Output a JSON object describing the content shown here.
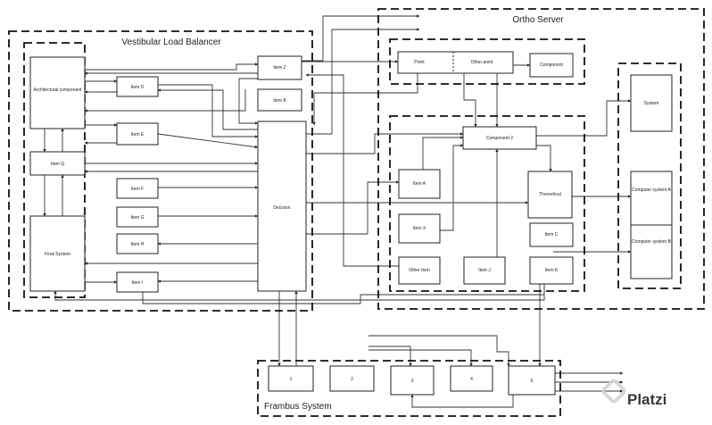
{
  "groups": {
    "vestibular": "Vestibular Load Balancer",
    "ortho": "Ortho Server",
    "frambus": "Frambus System"
  },
  "components": {
    "architectural": "Architectural component",
    "item_d": "Item D",
    "item_e": "Item E",
    "item_q": "Item Q",
    "final_system": "Final System",
    "item_f": "Item F",
    "item_g": "Item G",
    "item_h": "Item H",
    "item_i": "Item I",
    "item_z": "Item Z",
    "item_b": "Item B",
    "decision": "Decision",
    "point": "Point",
    "other_point": "Other point",
    "component": "Component",
    "component_2": "Component 2",
    "item_a": "Item A",
    "item_x": "Item X",
    "other_item": "Other Item",
    "item_j": "Item J",
    "theoretical": "Theoretical",
    "item_c": "Item C",
    "item_k": "Item K",
    "system": "System",
    "computer_a": "Computer system A",
    "computer_b": "Computer system B",
    "f1": "1",
    "f2": "2",
    "f3": "3",
    "f4": "4",
    "f5": "5"
  },
  "logo": {
    "text": "Platzi"
  }
}
